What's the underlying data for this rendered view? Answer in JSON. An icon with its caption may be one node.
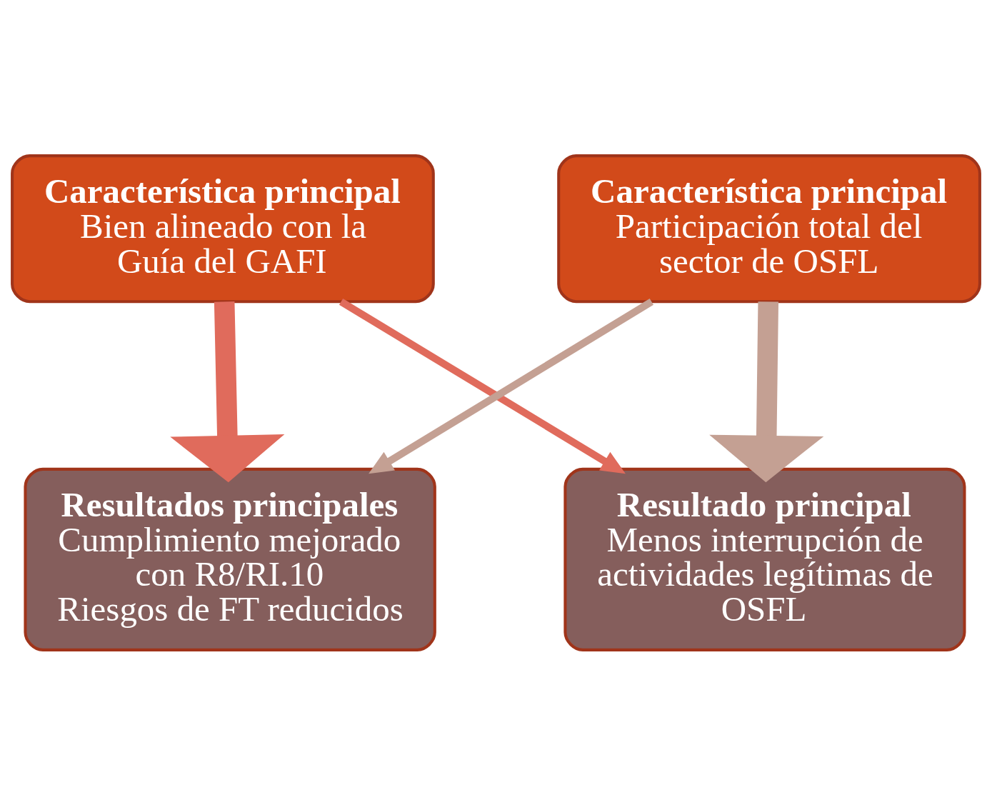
{
  "diagram": {
    "nodes": [
      {
        "text": [
          "Característica principal",
          "Bien alineado con la Guía del GAFI"
        ]
      },
      {
        "text": [
          "Característica principal",
          "Participación total del sector de OSFL"
        ]
      },
      {
        "text": [
          "Resultados principales",
          "Cumplimiento mejorado con R8/RI.10",
          "Riesgos de FT reducidos"
        ]
      },
      {
        "text": [
          "Resultado principal",
          "Menos interrupción de actividades legítimas de OSFL"
        ]
      }
    ],
    "edges": [
      {
        "from": 0,
        "to": 2,
        "arrow": "to",
        "style": "thick",
        "color": "#e06b5c"
      },
      {
        "from": 0,
        "to": 3,
        "arrow": "to",
        "color": "#e06b5c"
      },
      {
        "from": 1,
        "to": 2,
        "arrow": "to",
        "color": "#c4a093"
      },
      {
        "from": 1,
        "to": 3,
        "arrow": "to",
        "style": "thick",
        "color": "#c4a093"
      }
    ]
  }
}
